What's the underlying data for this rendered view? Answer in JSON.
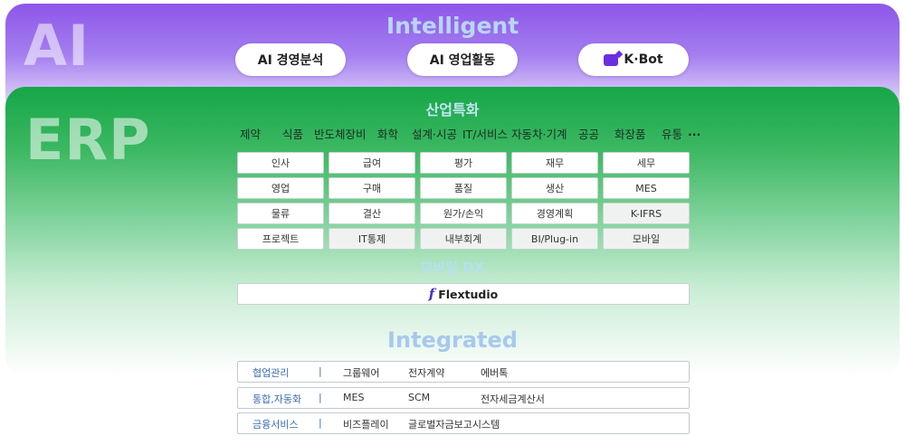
{
  "ai": {
    "big_label": "AI",
    "heading": "Intelligent",
    "buttons": [
      "AI 경영분석",
      "AI 영업활동",
      "K·Bot"
    ]
  },
  "erp": {
    "big_label": "ERP",
    "industry_heading": "산업특화",
    "industries": [
      "제약",
      "식품",
      "반도체장비",
      "화학",
      "설계·시공",
      "IT/서비스",
      "자동차·기계",
      "공공",
      "화장품",
      "유통",
      "..."
    ],
    "modules": [
      [
        "인사",
        "급여",
        "평가",
        "재무",
        "세무"
      ],
      [
        "영업",
        "구매",
        "품질",
        "생산",
        "MES"
      ],
      [
        "물류",
        "결산",
        "원가/손익",
        "경영계획",
        "K-IFRS"
      ],
      [
        "프로젝트",
        "IT통제",
        "내부회계",
        "BI/Plug-in",
        "모바일"
      ]
    ],
    "mobile_heading": "모바일 DX",
    "mobile_logo": "f",
    "mobile_product": "Flextudio"
  },
  "integrated": {
    "heading": "Integrated",
    "rows": [
      {
        "category": "협업관리",
        "items": [
          "그룹웨어",
          "전자계약",
          "에버톡"
        ]
      },
      {
        "category": "통합,자동화",
        "items": [
          "MES",
          "SCM",
          "전자세금계산서"
        ]
      },
      {
        "category": "금융서비스",
        "items": [
          "비즈플레이",
          "글로벌자금보고시스템"
        ]
      }
    ],
    "separator": "|"
  }
}
